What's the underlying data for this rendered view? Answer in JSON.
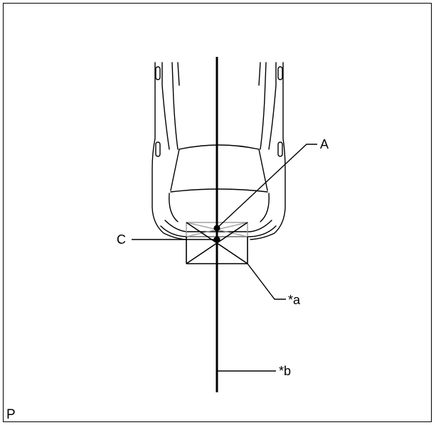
{
  "figure": {
    "callouts": {
      "a": "A",
      "c": "C",
      "star_a": "*a",
      "star_b": "*b"
    },
    "page_code": "P",
    "colors": {
      "line": "#000000",
      "vehicle_outline": "#000000",
      "target_overlay": "#999999"
    }
  }
}
